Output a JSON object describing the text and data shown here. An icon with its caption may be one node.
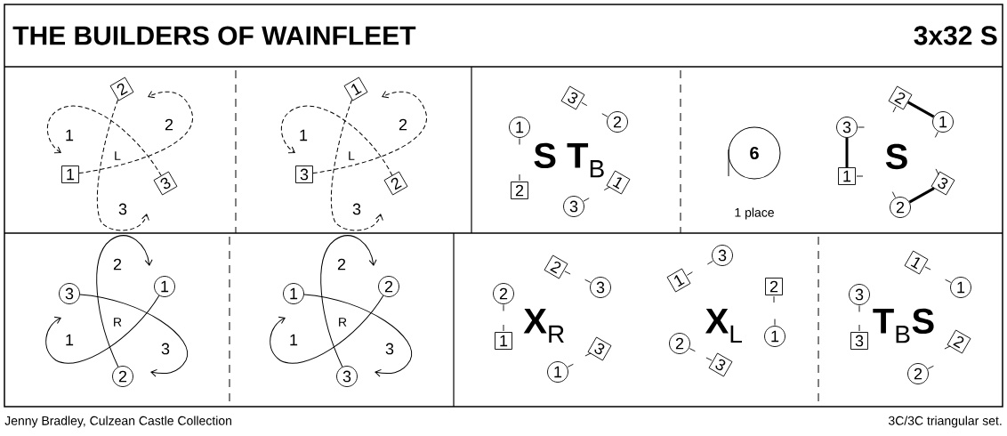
{
  "diagram": {
    "title": "THE BUILDERS OF WAINFLEET",
    "nodes": [
      {
        "text": [
          "2"
        ]
      },
      {
        "text": [
          "1"
        ]
      },
      {
        "text": [
          "3"
        ]
      },
      {
        "text": [
          "1"
        ]
      },
      {
        "text": [
          "3"
        ]
      },
      {
        "text": [
          "2"
        ]
      },
      {
        "text": [
          "3"
        ]
      },
      {
        "text": [
          "2"
        ]
      },
      {
        "text": [
          "1"
        ]
      },
      {
        "text": [
          "1"
        ]
      },
      {
        "text": [
          "2"
        ]
      },
      {
        "text": [
          "3"
        ]
      },
      {
        "text": [
          "6"
        ],
        "beside": [
          "1 place"
        ]
      },
      {
        "text": [
          "2"
        ]
      },
      {
        "text": [
          "1"
        ]
      },
      {
        "text": [
          "3"
        ]
      },
      {
        "text": [
          "1"
        ]
      },
      {
        "text": [
          "3"
        ]
      },
      {
        "text": [
          "2"
        ]
      },
      {
        "text": [
          "1"
        ]
      },
      {
        "text": [
          "3"
        ]
      },
      {
        "text": [
          "2"
        ]
      },
      {
        "text": [
          "2"
        ]
      },
      {
        "text": [
          "1"
        ]
      },
      {
        "text": [
          "3"
        ]
      },
      {
        "text": [
          "3"
        ]
      },
      {
        "text": [
          "2"
        ]
      },
      {
        "text": [
          "1"
        ]
      },
      {
        "text": [
          "2"
        ]
      },
      {
        "text": [
          "3"
        ]
      },
      {
        "text": [
          "2"
        ]
      },
      {
        "text": [
          "1"
        ]
      },
      {
        "text": [
          "1"
        ]
      },
      {
        "text": [
          "2"
        ]
      },
      {
        "text": [
          "3"
        ]
      },
      {
        "text": [
          "3"
        ]
      },
      {
        "text": [
          "1"
        ]
      },
      {
        "text": [
          "1"
        ]
      },
      {
        "text": [
          "1"
        ]
      },
      {
        "text": [
          "3"
        ]
      },
      {
        "text": [
          "3"
        ]
      },
      {
        "text": [
          "2"
        ]
      },
      {
        "text": [
          "2"
        ]
      }
    ],
    "edges": [
      {
        "from": 15,
        "to": 16,
        "arrow": "none",
        "style": "thick"
      },
      {
        "from": 13,
        "to": 14,
        "arrow": "none",
        "style": "thick"
      },
      {
        "from": 17,
        "to": 18,
        "arrow": "none",
        "style": "thick"
      },
      {
        "from": 1,
        "to": null,
        "arrow": "to",
        "label": "2",
        "style": "dashed"
      },
      {
        "from": 0,
        "to": null,
        "arrow": "to",
        "label": "3",
        "style": "dashed"
      },
      {
        "from": 2,
        "to": null,
        "arrow": "to",
        "label": "1",
        "style": "dashed"
      },
      {
        "from": 4,
        "to": null,
        "arrow": "to",
        "label": "2",
        "style": "dashed"
      },
      {
        "from": 3,
        "to": null,
        "arrow": "to",
        "label": "3",
        "style": "dashed"
      },
      {
        "from": 5,
        "to": null,
        "arrow": "to",
        "label": "1",
        "style": "dashed"
      },
      {
        "from": 20,
        "to": null,
        "arrow": "to",
        "label": "3"
      },
      {
        "from": 19,
        "to": null,
        "arrow": "to",
        "label": "1"
      },
      {
        "from": 21,
        "to": null,
        "arrow": "to",
        "label": "2"
      },
      {
        "from": 23,
        "to": null,
        "arrow": "to",
        "label": "3"
      },
      {
        "from": 22,
        "to": null,
        "arrow": "to",
        "label": "1"
      },
      {
        "from": 24,
        "to": null,
        "arrow": "to",
        "label": "2"
      }
    ],
    "labels": [
      "3x32 S",
      "L",
      "L",
      "**S T**$_{B}$",
      "S",
      "R",
      "R",
      "**X**$_{R}$",
      "**X**$_{L}$",
      "**T**$_{B}$**S**",
      "Jenny Bradley, Culzean Castle Collection",
      "3C/3C triangular set."
    ]
  }
}
